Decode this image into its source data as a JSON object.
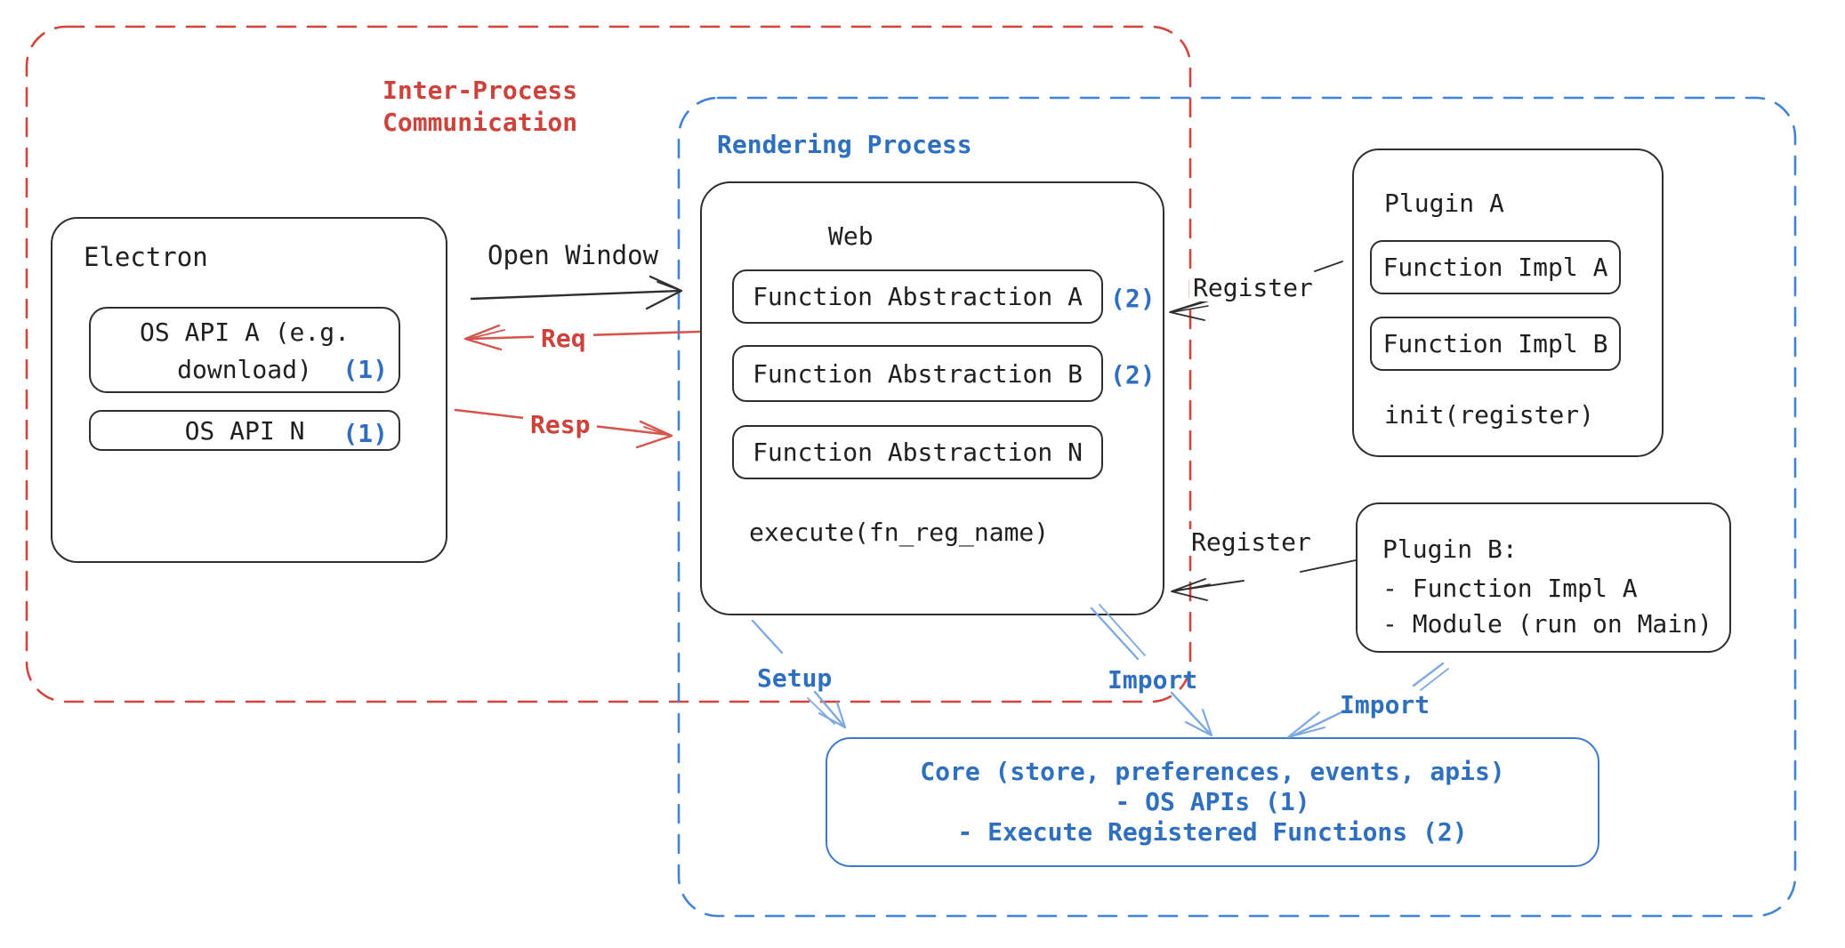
{
  "ipc": {
    "line1": "Inter-Process",
    "line2": "Communication"
  },
  "rendering": {
    "label": "Rendering Process"
  },
  "electron": {
    "title": "Electron",
    "api_a_l1": "OS API A (e.g.",
    "api_a_l2": "download)",
    "api_a_num": "(1)",
    "api_n": "OS API N",
    "api_n_num": "(1)"
  },
  "web": {
    "title": "Web",
    "fa_a": "Function Abstraction A",
    "fa_a_num": "(2)",
    "fa_b": "Function Abstraction B",
    "fa_b_num": "(2)",
    "fa_n": "Function Abstraction N",
    "execute": "execute(fn_reg_name)"
  },
  "plugin_a": {
    "title": "Plugin A",
    "impl_a": "Function Impl A",
    "impl_b": "Function Impl B",
    "init": "init(register)"
  },
  "plugin_b": {
    "title": "Plugin B:",
    "item1": "- Function Impl A",
    "item2": "- Module (run on Main)"
  },
  "core": {
    "line1": "Core (store, preferences, events, apis)",
    "line2": "- OS APIs (1)",
    "line3": "- Execute Registered Functions (2)"
  },
  "labels": {
    "open_window": "Open Window",
    "req": "Req",
    "resp": "Resp",
    "register_a": "Register",
    "register_b": "Register",
    "setup": "Setup",
    "import_web": "Import",
    "import_plugin": "Import"
  },
  "colors": {
    "red": "#cd423b",
    "red_dash": "#d0453e",
    "blue": "#2e6fc0",
    "blue_dash": "#4383d6",
    "blue_light": "#7fa9e2",
    "ink": "#2e2e2e"
  }
}
